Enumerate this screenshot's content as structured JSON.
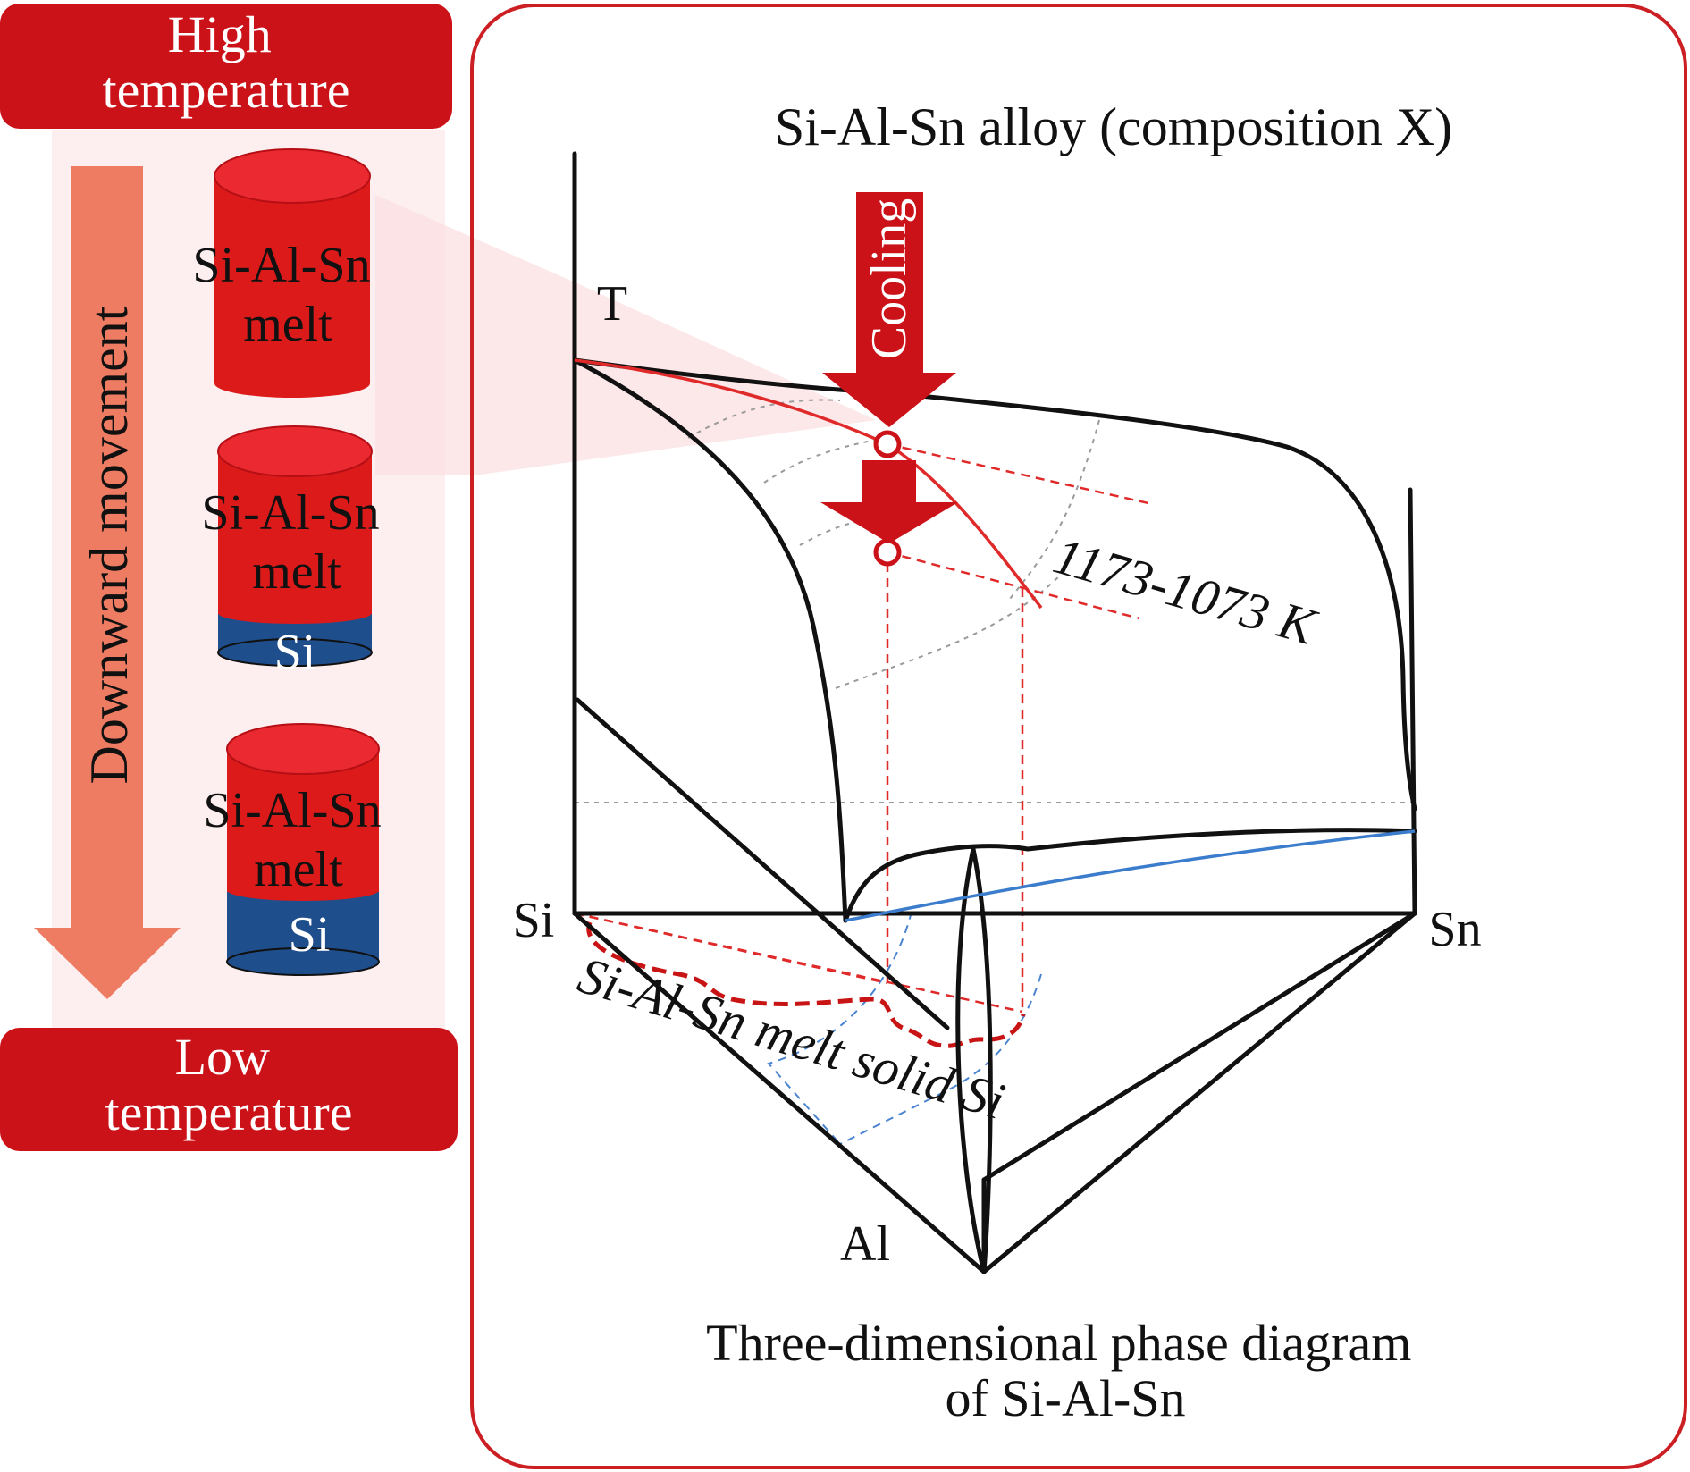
{
  "colors": {
    "banner_red": "#cc1219",
    "melt_red": "#dc1a1a",
    "melt_top_red": "#e8222a",
    "si_blue": "#1f4e8c",
    "arrow_salmon": "#ee7c62",
    "beam_pink": "#fbe0e2",
    "frame_red": "#cc1f24",
    "liquidus_red": "#e02a2a",
    "eutectic_blue": "#3b7ccc",
    "guide_gray": "#9a9a9a",
    "outline_black": "#111111"
  },
  "left_panel": {
    "top_banner": "High\ntemperature",
    "bottom_banner": "Low\ntemperature",
    "arrow_label": "Downward movement",
    "cylinders": [
      {
        "label": "Si-Al-Sn\nmelt",
        "si_layer": ""
      },
      {
        "label": "Si-Al-Sn\nmelt",
        "si_layer": "Si"
      },
      {
        "label": "Si-Al-Sn\nmelt",
        "si_layer": "Si"
      }
    ]
  },
  "right_panel": {
    "title": "Si-Al-Sn alloy (composition X)",
    "cooling_label": "Cooling",
    "axis_label_T": "T",
    "vertex_si": "Si",
    "vertex_sn": "Sn",
    "vertex_al": "Al",
    "temperature_range": "1173-1073 K",
    "region_label": "Si-Al-Sn melt solid Si",
    "caption": "Three-dimensional phase diagram\nof Si-Al-Sn"
  }
}
